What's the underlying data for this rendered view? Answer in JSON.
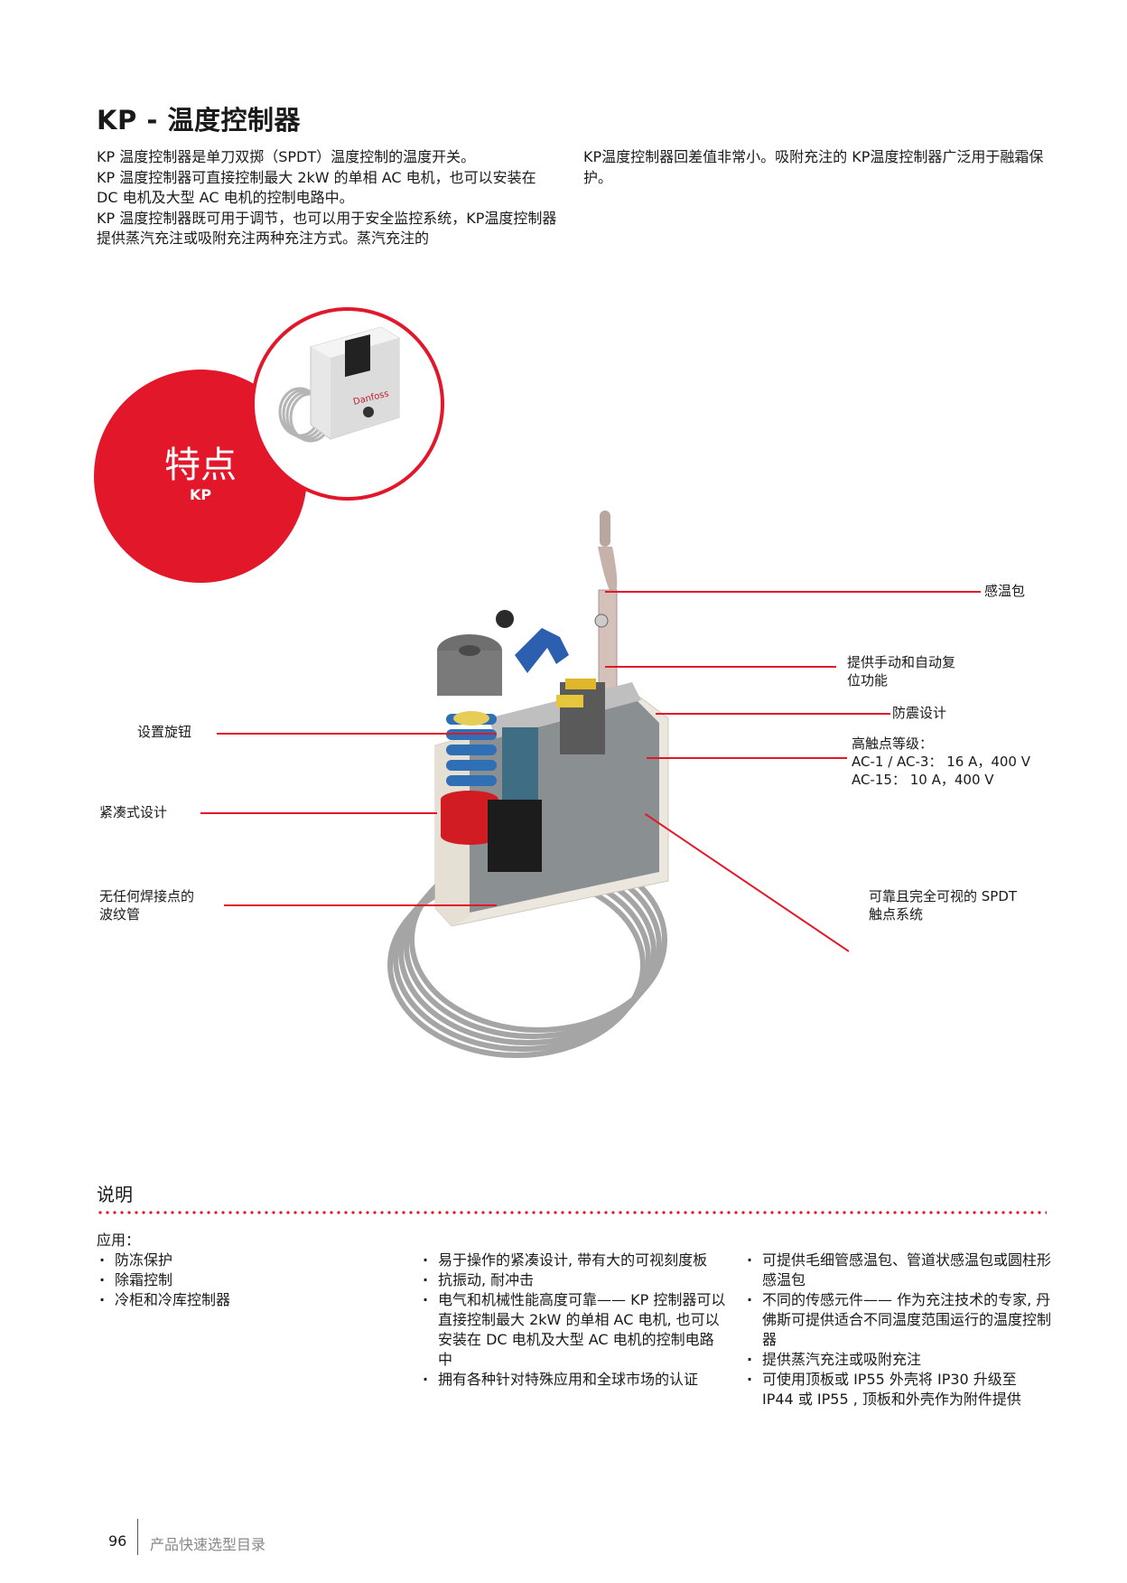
{
  "header": {
    "title": "KP - 温度控制器"
  },
  "intro": {
    "left": [
      "KP 温度控制器是单刀双掷（SPDT）温度控制的温度开关。",
      "KP 温度控制器可直接控制最大 2kW 的单相 AC 电机，也可以安装在 DC 电机及大型 AC 电机的控制电路中。",
      "KP 温度控制器既可用于调节，也可以用于安全监控系统，KP温度控制器提供蒸汽充注或吸附充注两种充注方式。蒸汽充注的"
    ],
    "right": [
      "KP温度控制器回差值非常小。吸附充注的 KP温度控制器广泛用于融霜保护。"
    ]
  },
  "badge": {
    "main": "特点",
    "sub": "KP"
  },
  "callouts": {
    "sensor": "感温包",
    "reset": [
      "提供手动和自动复",
      "位功能"
    ],
    "shockproof": "防震设计",
    "rating_title": "高触点等级：",
    "rating_1": "AC-1 / AC-3：  16 A，400 V",
    "rating_2": "AC-15：  10 A，400 V",
    "knob": "设置旋钮",
    "compact": "紧凑式设计",
    "bellows": [
      "无任何焊接点的",
      "波纹管"
    ],
    "spdt": [
      "可靠且完全可视的 SPDT",
      "触点系统"
    ]
  },
  "description": {
    "title": "说明",
    "app_label": "应用：",
    "applications": [
      "防冻保护",
      "除霜控制",
      "冷柜和冷库控制器"
    ],
    "features_col2": [
      "易于操作的紧凑设计, 带有大的可视刻度板",
      "抗振动, 耐冲击",
      "电气和机械性能高度可靠—— KP 控制器可以直接控制最大 2kW 的单相 AC 电机, 也可以安装在 DC 电机及大型 AC 电机的控制电路中",
      "拥有各种针对特殊应用和全球市场的认证"
    ],
    "features_col3": [
      "可提供毛细管感温包、管道状感温包或圆柱形感温包",
      "不同的传感元件—— 作为充注技术的专家, 丹佛斯可提供适合不同温度范围运行的温度控制器",
      "提供蒸汽充注或吸附充注",
      "可使用顶板或 IP55 外壳将 IP30 升级至 IP44 或 IP55 , 顶板和外壳作为附件提供"
    ]
  },
  "footer": {
    "page_number": "96",
    "catalog": "产品快速选型目录"
  },
  "colors": {
    "accent": "#e2172a"
  }
}
